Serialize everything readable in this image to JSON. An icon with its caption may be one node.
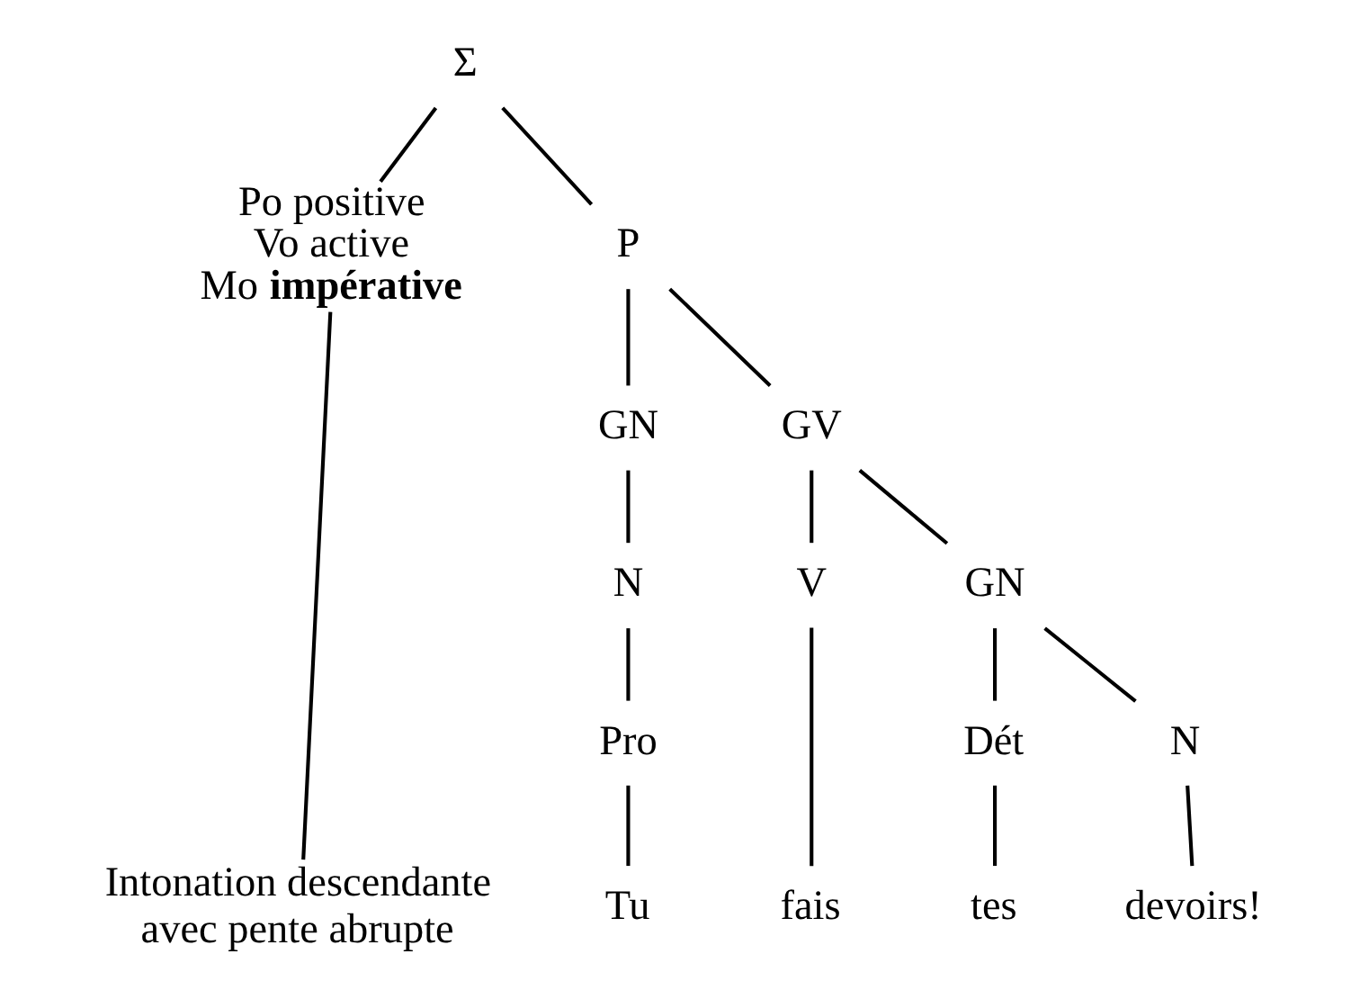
{
  "diagram": {
    "nodes": [
      {
        "text": [
          "Σ"
        ]
      },
      {
        "text": [
          "Po positive",
          "Vo active",
          "Mo **impérative**"
        ]
      },
      {
        "text": [
          "P"
        ]
      },
      {
        "text": [
          "GN"
        ]
      },
      {
        "text": [
          "GV"
        ]
      },
      {
        "text": [
          "N"
        ]
      },
      {
        "text": [
          "V"
        ]
      },
      {
        "text": [
          "GN"
        ]
      },
      {
        "text": [
          "Pro"
        ]
      },
      {
        "text": [
          "Dét"
        ]
      },
      {
        "text": [
          "N"
        ]
      },
      {
        "text": [
          "Intonation descendante avec pente abrupte"
        ]
      },
      {
        "text": [
          "Tu"
        ]
      },
      {
        "text": [
          "fais"
        ]
      },
      {
        "text": [
          "tes"
        ]
      },
      {
        "text": [
          "devoirs!"
        ]
      }
    ],
    "edges": [
      {
        "from": 0,
        "to": 1,
        "arrow": "none"
      },
      {
        "from": 0,
        "to": 2,
        "arrow": "none"
      },
      {
        "from": 1,
        "to": 11,
        "arrow": "none"
      },
      {
        "from": 2,
        "to": 3,
        "arrow": "none"
      },
      {
        "from": 2,
        "to": 4,
        "arrow": "none"
      },
      {
        "from": 3,
        "to": 5,
        "arrow": "none"
      },
      {
        "from": 4,
        "to": 6,
        "arrow": "none"
      },
      {
        "from": 4,
        "to": 7,
        "arrow": "none"
      },
      {
        "from": 5,
        "to": 8,
        "arrow": "none"
      },
      {
        "from": 8,
        "to": 12,
        "arrow": "none"
      },
      {
        "from": 6,
        "to": 13,
        "arrow": "none"
      },
      {
        "from": 7,
        "to": 9,
        "arrow": "none"
      },
      {
        "from": 7,
        "to": 10,
        "arrow": "none"
      },
      {
        "from": 9,
        "to": 14,
        "arrow": "none"
      },
      {
        "from": 10,
        "to": 15,
        "arrow": "none"
      }
    ]
  }
}
